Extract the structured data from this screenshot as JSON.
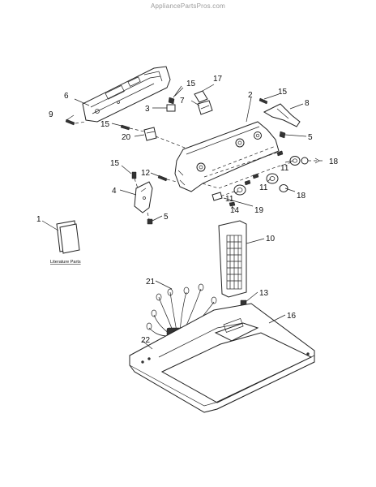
{
  "watermark": "AppliancePartsPros.com",
  "literature_caption": "Literature Parts",
  "callouts": [
    {
      "id": "c1",
      "label": "1"
    },
    {
      "id": "c2",
      "label": "2"
    },
    {
      "id": "c3",
      "label": "3"
    },
    {
      "id": "c4",
      "label": "4"
    },
    {
      "id": "c5a",
      "label": "5"
    },
    {
      "id": "c5b",
      "label": "5"
    },
    {
      "id": "c6",
      "label": "6"
    },
    {
      "id": "c7",
      "label": "7"
    },
    {
      "id": "c8",
      "label": "8"
    },
    {
      "id": "c9",
      "label": "9"
    },
    {
      "id": "c10",
      "label": "10"
    },
    {
      "id": "c11a",
      "label": "11"
    },
    {
      "id": "c11b",
      "label": "11"
    },
    {
      "id": "c11c",
      "label": "11"
    },
    {
      "id": "c12",
      "label": "12"
    },
    {
      "id": "c13",
      "label": "13"
    },
    {
      "id": "c14",
      "label": "14"
    },
    {
      "id": "c15a",
      "label": "15"
    },
    {
      "id": "c15b",
      "label": "15"
    },
    {
      "id": "c15c",
      "label": "15"
    },
    {
      "id": "c15d",
      "label": "15"
    },
    {
      "id": "c16",
      "label": "16"
    },
    {
      "id": "c17",
      "label": "17"
    },
    {
      "id": "c18a",
      "label": "18"
    },
    {
      "id": "c18b",
      "label": "18"
    },
    {
      "id": "c19",
      "label": "19"
    },
    {
      "id": "c20",
      "label": "20"
    },
    {
      "id": "c21",
      "label": "21"
    },
    {
      "id": "c22",
      "label": "22"
    }
  ]
}
